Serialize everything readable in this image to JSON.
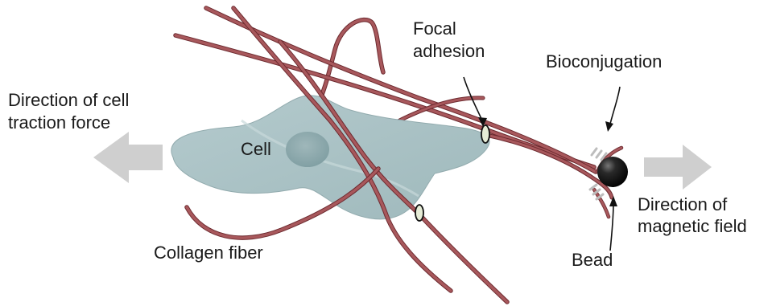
{
  "diagram": {
    "labels": {
      "focal_adhesion_line1": "Focal",
      "focal_adhesion_line2": "adhesion",
      "bioconjugation": "Bioconjugation",
      "traction_line1": "Direction of cell",
      "traction_line2": "traction force",
      "cell": "Cell",
      "magnetic_line1": "Direction of",
      "magnetic_line2": "magnetic field",
      "collagen_fiber": "Collagen fiber",
      "bead": "Bead"
    },
    "colors": {
      "cell": "#a9c1c4",
      "nucleus": "#8aa6aa",
      "fiber": "#a8585c",
      "arrow": "#cfcfcf",
      "bead": "#111111",
      "text": "#1a1a1a"
    },
    "icons": [
      "left-arrow",
      "right-arrow",
      "bead-sphere",
      "focal-adhesion-ellipse",
      "bioconjugation-link"
    ]
  }
}
